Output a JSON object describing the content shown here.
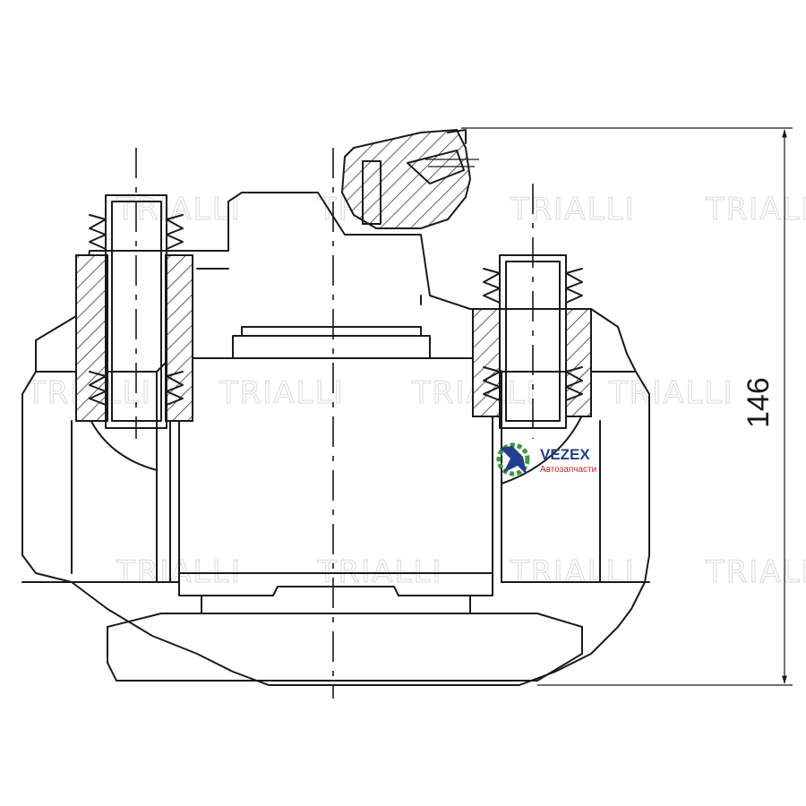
{
  "dimension": {
    "height_label": "146"
  },
  "watermark": {
    "text": "TRIALLI"
  },
  "logo": {
    "brand": "VEZEX",
    "subtitle": "Автозапчасти"
  },
  "colors": {
    "logo_blue": "#1f3f8f",
    "logo_green": "#3a9a3a",
    "logo_red": "#d01c1c",
    "line": "#1a1a1a"
  }
}
